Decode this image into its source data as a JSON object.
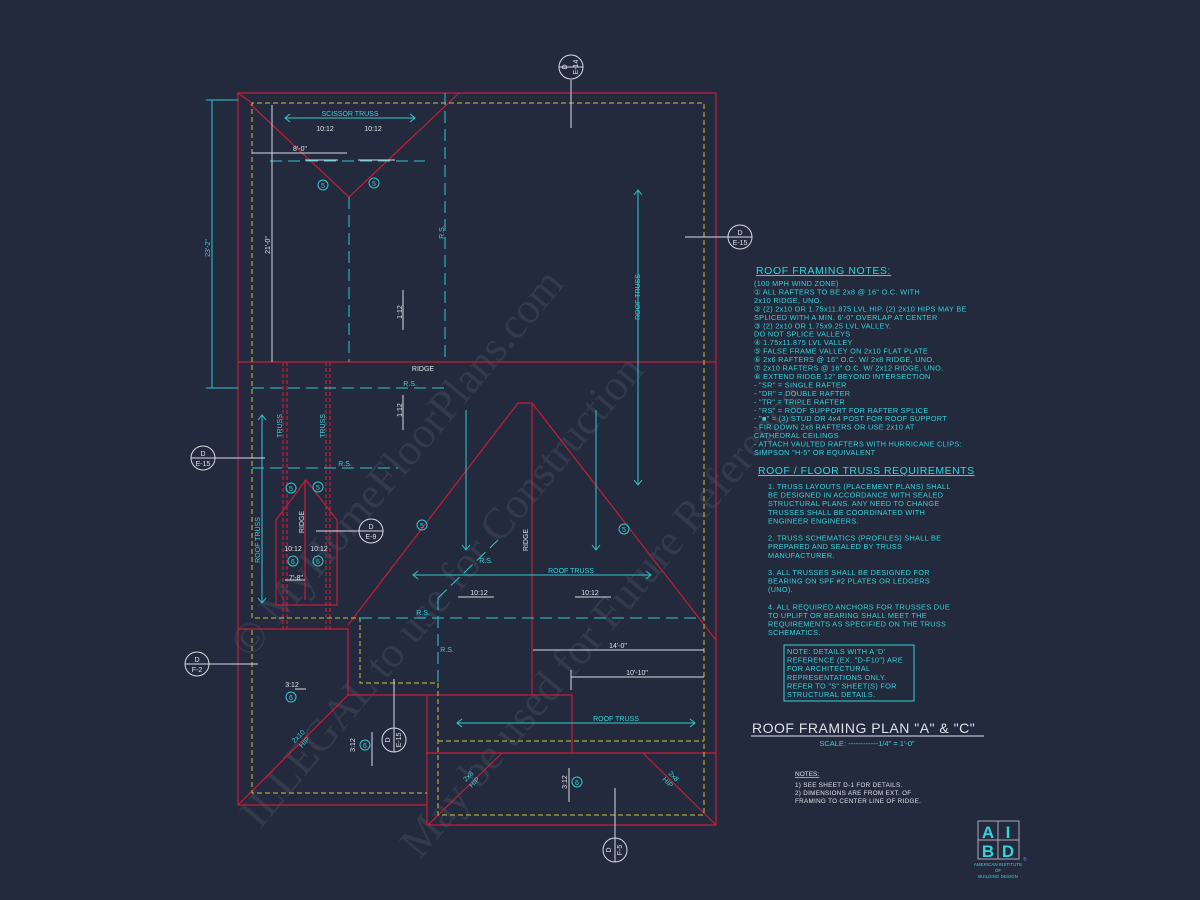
{
  "plan": {
    "scissor_truss": "SCISSOR TRUSS",
    "pitch_10_12": "10:12",
    "dim_8_0": "8'-0\"",
    "dim_21_0": "21'-0\"",
    "dim_23_2": "23'-2\"",
    "rs": "R.S.",
    "roof_truss": "ROOF TRUSS",
    "truss": "TRUSS",
    "ridge": "RIDGE",
    "pitch_1_12": "1:12",
    "pitch_3_12": "3:12",
    "dim_7_8": "7'-8\"",
    "dim_14_0": "14'-0\"",
    "dim_10_10": "10'-10\"",
    "hip_2x8": "2x8",
    "hip_2x10": "2x10",
    "hip": "HIP",
    "tag5": "5",
    "tag6": "6"
  },
  "callouts": [
    {
      "top": "D",
      "bottom": "E-14"
    },
    {
      "top": "D",
      "bottom": "E-15"
    },
    {
      "top": "D",
      "bottom": "E-15"
    },
    {
      "top": "D",
      "bottom": "E-9"
    },
    {
      "top": "D",
      "bottom": "F-2"
    },
    {
      "top": "D",
      "bottom": "E-15"
    },
    {
      "top": "D",
      "bottom": "F-5"
    }
  ],
  "roof_notes": {
    "title": "ROOF FRAMING NOTES:",
    "lines": [
      "(100 MPH WIND ZONE)",
      "① ALL RAFTERS TO BE 2x8 @ 16\" O.C. WITH",
      "    2x10 RIDGE, UNO.",
      "② (2) 2x10 OR 1.75x11.875 LVL HIP. (2) 2x10 HIPS MAY BE",
      "    SPLICED WITH A MIN. 6'-0\" OVERLAP AT CENTER",
      "③ (2) 2x10 OR 1.75x9.25 LVL VALLEY.",
      "    DO NOT SPLICE VALLEYS",
      "④ 1.75x11.875 LVL VALLEY",
      "⑤ FALSE FRAME VALLEY ON 2x10 FLAT PLATE",
      "⑥ 2x6 RAFTERS @ 16\" O.C. W/ 2x8 RIDGE, UNO.",
      "⑦ 2x10 RAFTERS @ 16\" O.C. W/ 2x12 RIDGE, UNO.",
      "⑧ EXTEND RIDGE 12\" BEYOND INTERSECTION",
      "-  \"SR\" = SINGLE RAFTER",
      "-  \"DR\" = DOUBLE RAFTER",
      "-  \"TR\" = TRIPLE RAFTER",
      "-  \"RS\" = ROOF SUPPORT FOR RAFTER SPLICE",
      "-  \"■\"  = (3) STUD OR 4x4 POST FOR ROOF SUPPORT",
      "-  FIR DOWN 2x8 RAFTERS OR USE 2x10 AT",
      "    CATHEDRAL CEILINGS",
      "-  ATTACH VAULTED RAFTERS WITH HURRICANE CLIPS:",
      "    SIMPSON \"H-5\" OR EQUIVALENT"
    ]
  },
  "truss_req": {
    "title": "ROOF / FLOOR  TRUSS REQUIREMENTS",
    "lines": [
      "1. TRUSS LAYOUTS (PLACEMENT PLANS) SHALL",
      "BE DESIGNED IN ACCORDANCE WITH SEALED",
      "STRUCTURAL PLANS. ANY NEED TO CHANGE",
      "TRUSSES SHALL BE COORDINATED WITH",
      "ENGINEER ENGINEERS.",
      "",
      "2. TRUSS SCHEMATICS (PROFILES) SHALL BE",
      "PREPARED AND SEALED BY TRUSS",
      "MANUFACTURER.",
      "",
      "3. ALL TRUSSES SHALL BE DESIGNED FOR",
      "BEARING ON SPF #2 PLATES OR LEDGERS",
      "(UNO).",
      "",
      "4. ALL REQUIRED ANCHORS FOR TRUSSES DUE",
      "TO UPLIFT OR BEARING SHALL MEET THE",
      "REQUIREMENTS AS SPECIFIED ON THE TRUSS",
      "SCHEMATICS."
    ],
    "note_box": [
      "NOTE: DETAILS WITH A 'D'",
      "REFERENCE (EX. \"D-F10\") ARE",
      "FOR ARCHITECTURAL",
      "REPRESENTATIONS ONLY.",
      "REFER TO \"S\" SHEET(S) FOR",
      "STRUCTURAL DETAILS."
    ]
  },
  "title_block": {
    "title": "ROOF FRAMING PLAN \"A\" & \"C\"",
    "scale": "SCALE: ------------1/4\" = 1'-0\"",
    "notes_heading": "NOTES:",
    "notes": [
      "1)  SEE SHEET D-1 FOR DETAILS.",
      "2)  DIMENSIONS ARE FROM EXT. OF",
      "     FRAMING TO CENTER LINE OF RIDGE."
    ]
  },
  "logo": {
    "letters": [
      "A",
      "I",
      "B",
      "D"
    ],
    "name_lines": [
      "AMERICAN INSTITUTE",
      "OF",
      "BUILDING DESIGN"
    ],
    "registered": "®"
  },
  "watermark": [
    "© MyHomeFloorPlans.com",
    "ILLEGAL to use for Construction",
    "May be used for Future Reference"
  ],
  "colors": {
    "background": "#232a3d",
    "wall": "#c21f3a",
    "eave": "#c9c13f",
    "annotation": "#33d3d8",
    "dimension": "#dfe2ea"
  }
}
